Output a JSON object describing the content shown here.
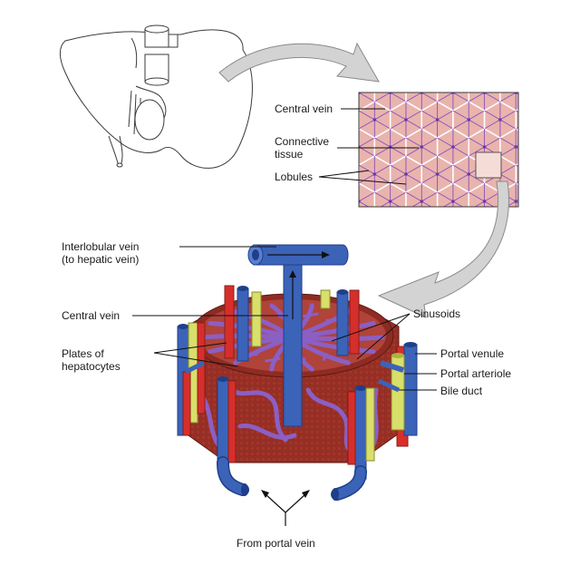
{
  "colors": {
    "background": "#ffffff",
    "outline": "#3a3a3a",
    "vein_blue": "#3b63b8",
    "vein_dark": "#1f3f8a",
    "artery_red": "#d62f2b",
    "bile_yellow": "#d8df6a",
    "sinusoid_purple": "#8b5fc4",
    "hepatocyte_brown": "#9a2f25",
    "tissue_pink": "#e9b4ad",
    "arrow_gray": "#c8c8c8"
  },
  "labels": {
    "central_vein_top": "Central vein",
    "connective_tissue_1": "Connective",
    "connective_tissue_2": "tissue",
    "lobules": "Lobules",
    "interlobular_vein_1": "Interlobular vein",
    "interlobular_vein_2": "(to hepatic vein)",
    "central_vein_bottom": "Central vein",
    "plates_1": "Plates of",
    "plates_2": "hepatocytes",
    "sinusoids": "Sinusoids",
    "portal_venule": "Portal venule",
    "portal_arteriole": "Portal arteriole",
    "bile_duct": "Bile duct",
    "from_portal_vein": "From portal vein"
  }
}
